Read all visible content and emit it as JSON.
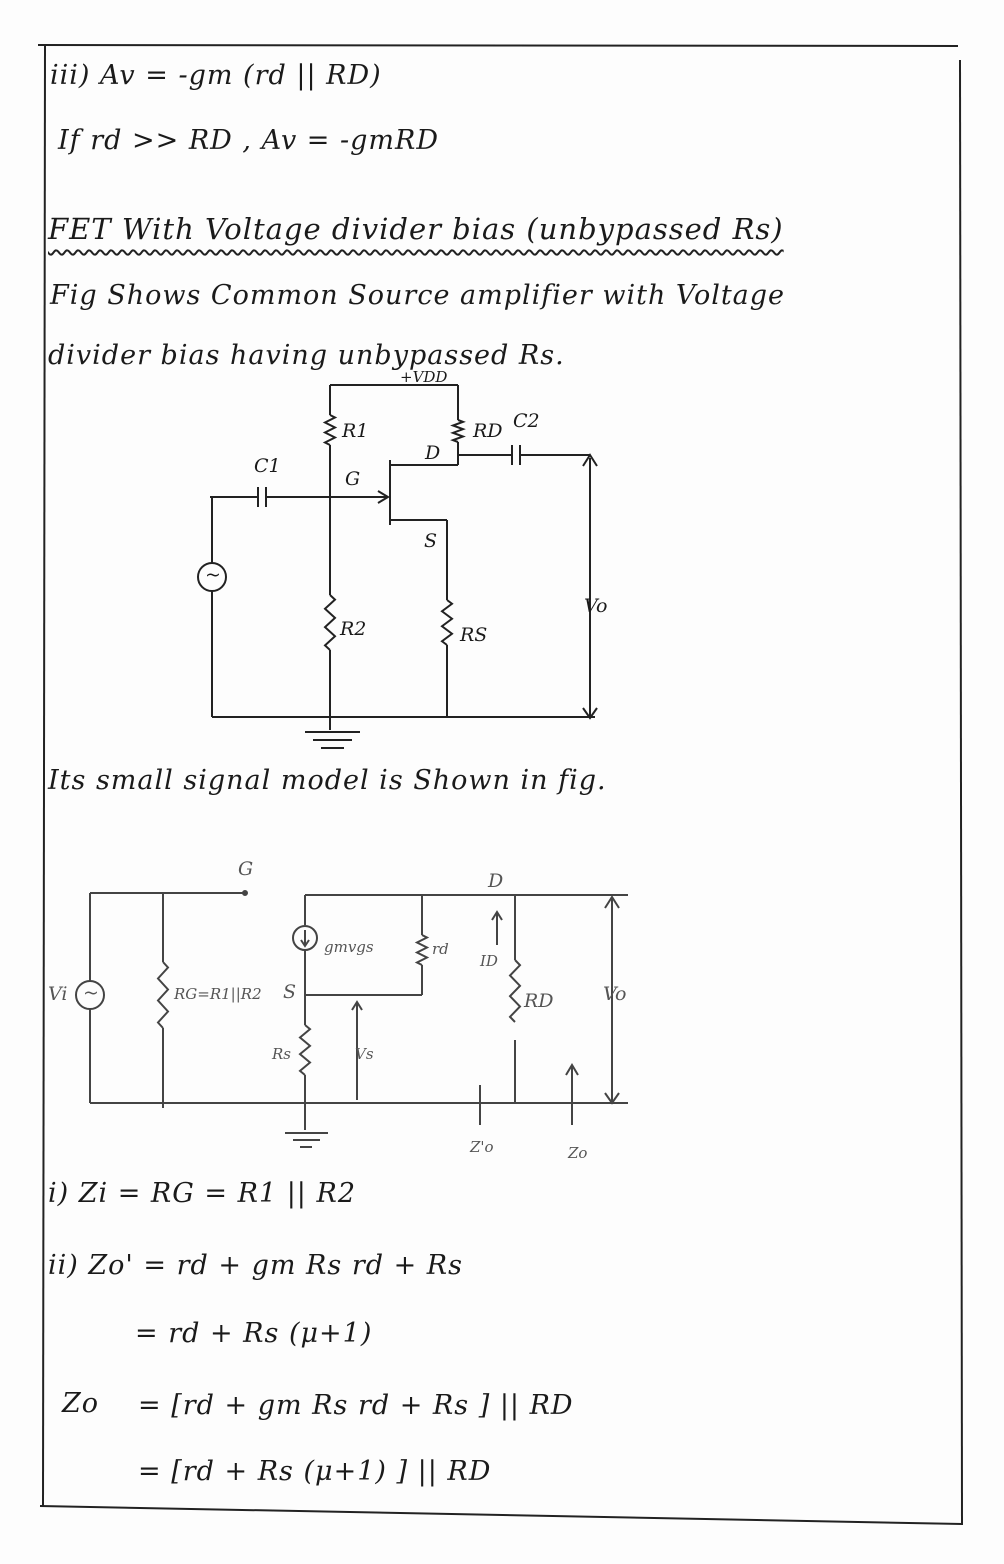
{
  "notes": {
    "line1": "iii) Av = -gm (rd || RD)",
    "line2": "If rd >> RD ,  Av = -gmRD",
    "heading": "FET With Voltage divider bias (unbypassed Rs)",
    "para1": "Fig Shows Common Source amplifier with Voltage",
    "para2": "divider bias having unbypassed Rs.",
    "small_signal_intro": "Its small signal model is Shown in fig.",
    "eq_zi": "i) Zi = RG = R1 || R2",
    "eq_zo_prime": "ii) Zo' = rd + gm Rs rd + Rs",
    "eq_zo_prime_2": "= rd + Rs (μ+1)",
    "eq_zo_label": "Zo",
    "eq_zo": "= [rd + gm Rs rd + Rs ] || RD",
    "eq_zo_2": "= [rd + Rs (μ+1) ] || RD"
  },
  "circuit1": {
    "vdd": "+VDD",
    "r1": "R1",
    "r2": "R2",
    "rd": "RD",
    "rs": "RS",
    "c1": "C1",
    "c2": "C2",
    "g": "G",
    "d": "D",
    "s": "S",
    "vo": "Vo",
    "source_symbol": "~"
  },
  "circuit2": {
    "g": "G",
    "d": "D",
    "s": "S",
    "vi": "Vi",
    "source_symbol": "~",
    "rg": "RG=R1||R2",
    "gm": "gmvgs",
    "rd_small": "rd",
    "id": "ID",
    "rd": "RD",
    "vo": "Vo",
    "rs": "Rs",
    "vs": "Vs",
    "zo_prime": "Z'o",
    "zo": "Zo"
  }
}
